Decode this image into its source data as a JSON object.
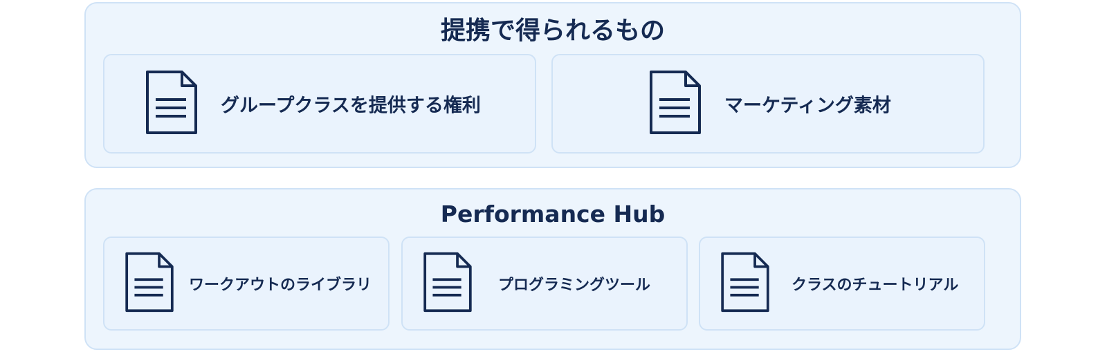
{
  "sections": [
    {
      "title": "提携で得られるもの",
      "items": [
        {
          "label": "グループクラスを提供する権利",
          "icon": "document-icon"
        },
        {
          "label": "マーケティング素材",
          "icon": "document-icon"
        }
      ]
    },
    {
      "title": "Performance Hub",
      "items": [
        {
          "label": "ワークアウトのライブラリ",
          "icon": "document-icon"
        },
        {
          "label": "プログラミングツール",
          "icon": "document-icon"
        },
        {
          "label": "クラスのチュートリアル",
          "icon": "document-icon"
        }
      ]
    }
  ],
  "colors": {
    "text": "#152a52",
    "panel_fill": "#edf5fd",
    "border": "#cfe2f6"
  }
}
